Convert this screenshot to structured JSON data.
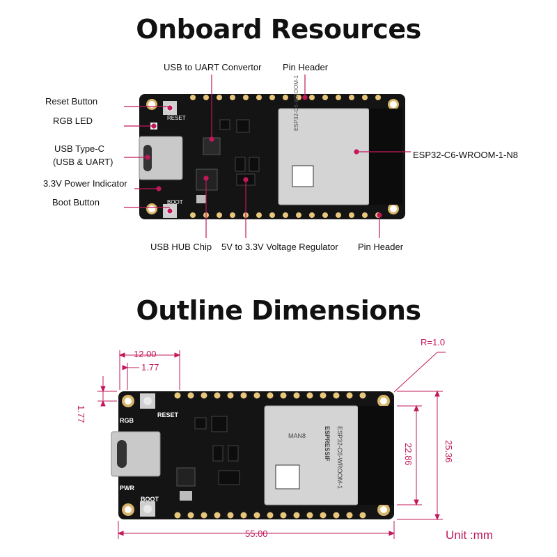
{
  "sections": {
    "onboard_title": "Onboard Resources",
    "outline_title": "Outline Dimensions"
  },
  "callouts": {
    "usb_uart": "USB to UART Convertor",
    "pin_header_top": "Pin Header",
    "reset_button": "Reset Button",
    "rgb_led": "RGB LED",
    "usb_typec_line1": "USB Type-C",
    "usb_typec_line2": "(USB & UART)",
    "power_indicator": "3.3V Power Indicator",
    "boot_button": "Boot Button",
    "esp_module": "ESP32-C6-WROOM-1-N8",
    "usb_hub": "USB HUB Chip",
    "regulator": "5V to 3.3V Voltage Regulator",
    "pin_header_bottom": "Pin Header"
  },
  "board_silk": {
    "reset": "RESET",
    "boot": "BOOT",
    "rgb": "RGB",
    "pwr": "PWR",
    "module_brand": "ESPRESSIF",
    "module_name": "ESP32-C6-WROOM-1",
    "module_sub": "MAN8"
  },
  "dimensions": {
    "radius": "R=1.0",
    "d1": "12.00",
    "d2": "1.77",
    "d3": "1.77",
    "module_height": "22.86",
    "board_height": "25.36",
    "board_width": "55.00",
    "unit": "Unit :mm"
  },
  "colors": {
    "accent": "#c2185b",
    "board": "#141414",
    "gold": "#d8b56a",
    "module": "#d4d4d4"
  }
}
